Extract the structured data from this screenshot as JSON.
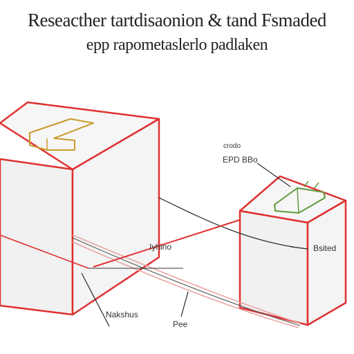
{
  "title": "Reseacther tartdisaonion & tand Fsmaded",
  "subtitle": "epp rapometaslerlo padlaken",
  "labels": {
    "top_right_small": "crodo",
    "top_right": "EPD BBo",
    "center": "Iyhino",
    "right": "Bsited",
    "bottom_left": "Nakshus",
    "bottom_center": "Pee"
  },
  "colors": {
    "box_edge": "#e03030",
    "box_face": "#f2f2f2",
    "box_top": "#f6f6f6",
    "left_symbol": "#c89a2a",
    "right_symbol": "#5a9a3a",
    "cable": "#333333",
    "cable_pink": "#e9a3a3"
  }
}
